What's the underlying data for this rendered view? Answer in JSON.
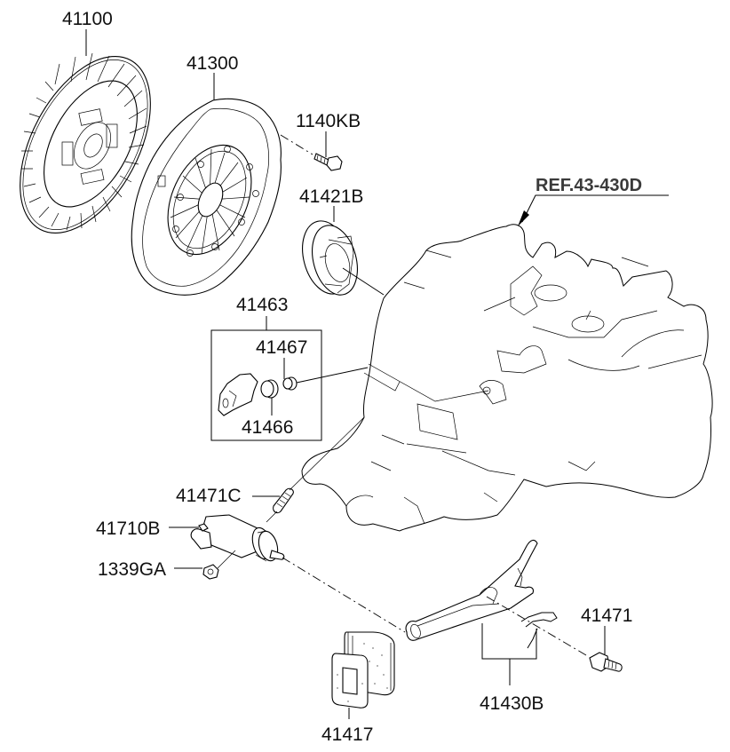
{
  "diagram": {
    "title": "Clutch & Release Fork Exploded View",
    "reference": {
      "label": "REF.43-430D",
      "target": "transmission-housing"
    },
    "parts": [
      {
        "id": "p41100",
        "number": "41100",
        "name": "clutch-disc"
      },
      {
        "id": "p41300",
        "number": "41300",
        "name": "clutch-cover-pressure-plate"
      },
      {
        "id": "p1140KB",
        "number": "1140KB",
        "name": "cover-bolt"
      },
      {
        "id": "p41421B",
        "number": "41421B",
        "name": "release-bearing"
      },
      {
        "id": "p41463",
        "number": "41463",
        "name": "fork-pivot-kit"
      },
      {
        "id": "p41467",
        "number": "41467",
        "name": "pivot-bushing"
      },
      {
        "id": "p41466",
        "number": "41466",
        "name": "pivot-cap"
      },
      {
        "id": "p41471C",
        "number": "41471C",
        "name": "bleeder-screw"
      },
      {
        "id": "p41710B",
        "number": "41710B",
        "name": "release-cylinder"
      },
      {
        "id": "p1339GA",
        "number": "1339GA",
        "name": "nut"
      },
      {
        "id": "p41471",
        "number": "41471",
        "name": "pivot-bolt"
      },
      {
        "id": "p41430B",
        "number": "41430B",
        "name": "release-fork-assembly"
      },
      {
        "id": "p41417",
        "number": "41417",
        "name": "fork-boot"
      }
    ]
  }
}
